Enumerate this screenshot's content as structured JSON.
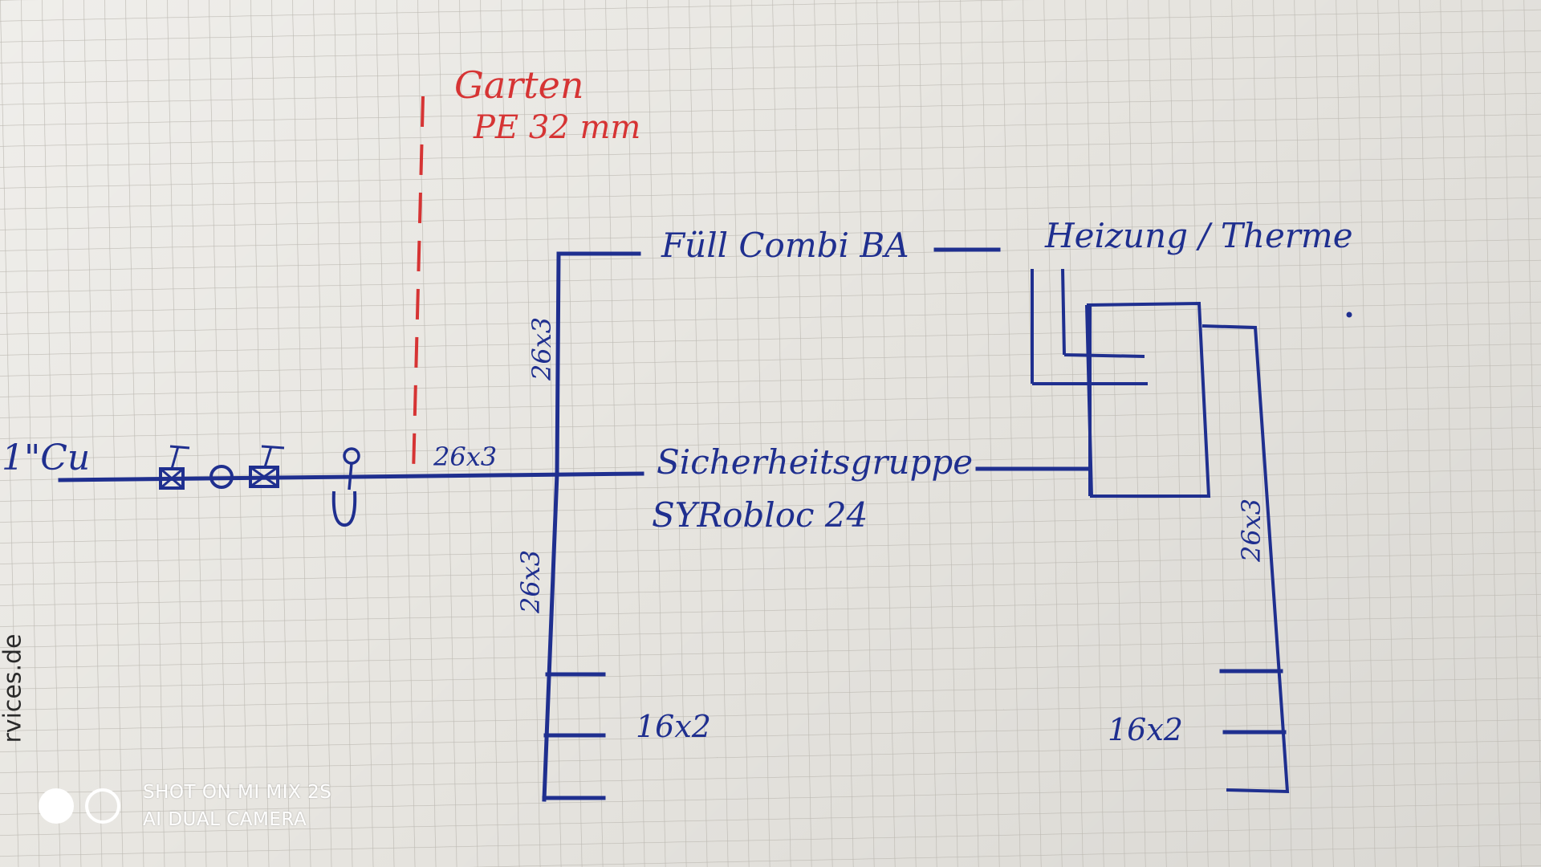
{
  "labels": {
    "supply_pipe": "1\"Cu",
    "garden_title": "Garten",
    "garden_pipe": "PE 32 mm",
    "pipe_main": "26x3",
    "pipe_riser_upper": "26x3",
    "pipe_riser_lower": "26x3",
    "pipe_right_riser": "26x3",
    "branch_left": "16x2",
    "branch_right": "16x2",
    "fill_combi": "Füll Combi BA",
    "heating": "Heizung / Therme",
    "safety_group": "Sicherheitsgruppe",
    "safety_model": "SYRobloc 24"
  },
  "watermark": {
    "line1": "SHOT ON MI MIX 2S",
    "line2": "AI DUAL CAMERA"
  },
  "edge_text": "rvices.de",
  "colors": {
    "ink_blue": "#1f2f8f",
    "ink_red": "#d63434",
    "paper": "#e7e5e0",
    "grid": "#bdbab3"
  }
}
